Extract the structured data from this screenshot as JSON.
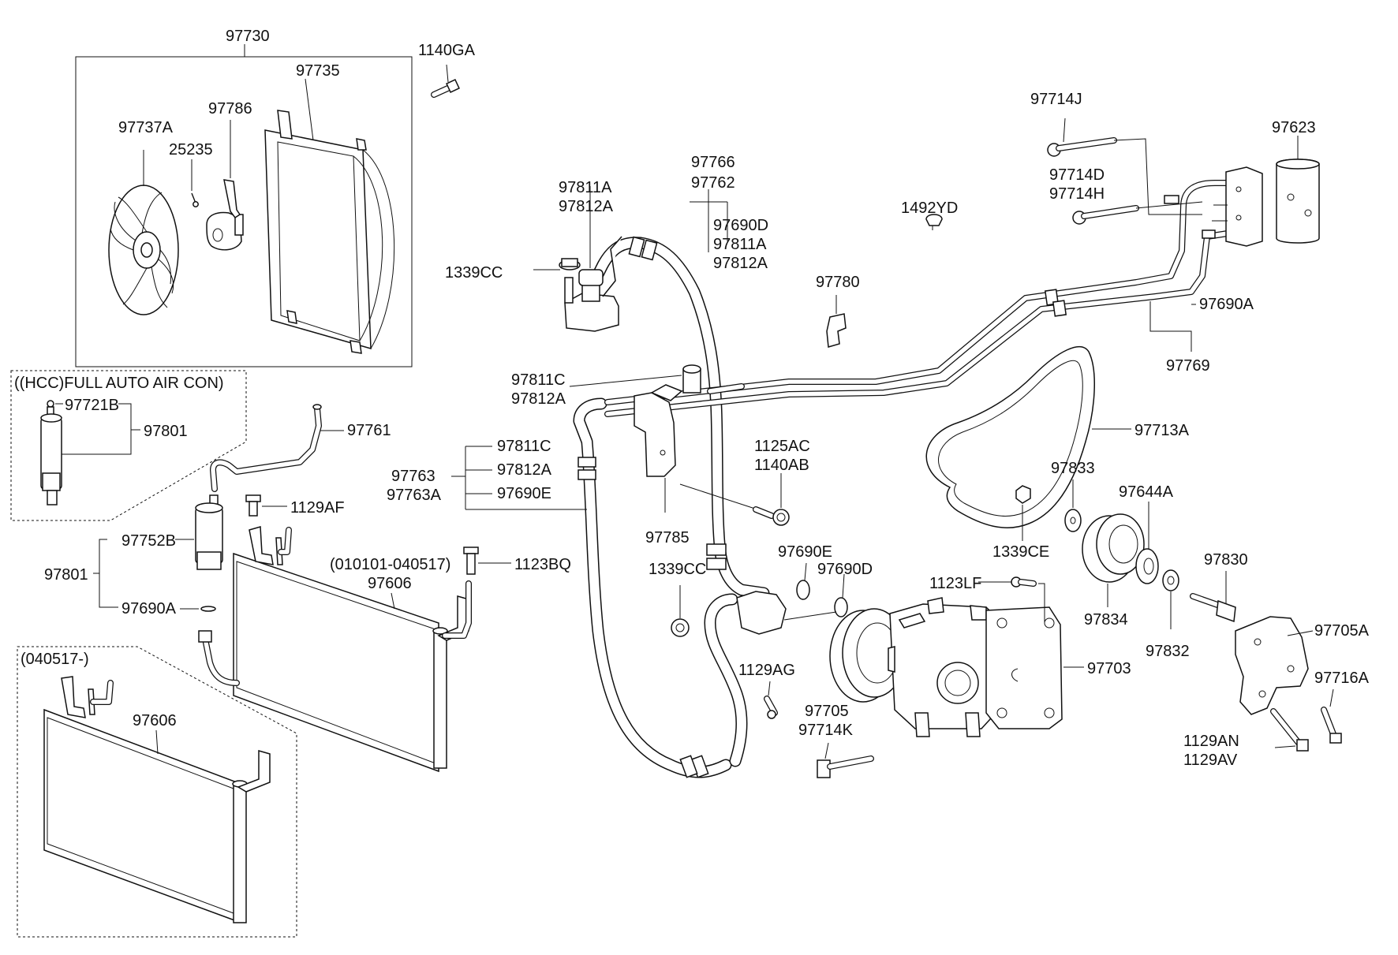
{
  "labels": {
    "l97730": "97730",
    "l1140GA": "1140GA",
    "l97735": "97735",
    "l97786": "97786",
    "l97737A": "97737A",
    "l25235": "25235",
    "l97714J": "97714J",
    "l97623": "97623",
    "l97766": "97766",
    "l97762": "97762",
    "l97811A_top": "97811A",
    "l97812A_top": "97812A",
    "l97714D": "97714D",
    "l97714H": "97714H",
    "l1492YD": "1492YD",
    "l97690D_grp": "97690D",
    "l97811A_grp": "97811A",
    "l97812A_grp": "97812A",
    "l1339CC_top": "1339CC",
    "l97780": "97780",
    "l97690A_right": "97690A",
    "l97769": "97769",
    "l97811C_mid": "97811C",
    "l97812A_mid": "97812A",
    "l97713A": "97713A",
    "l97761": "97761",
    "l97811C_grp": "97811C",
    "l97812A_grp2": "97812A",
    "l97763": "97763",
    "l97763A": "97763A",
    "l97690E_grp": "97690E",
    "l1125AC": "1125AC",
    "l1140AB": "1140AB",
    "l97833": "97833",
    "l97644A": "97644A",
    "l1129AF": "1129AF",
    "l97785": "97785",
    "l1339CE": "1339CE",
    "l97752B": "97752B",
    "l97690E": "97690E",
    "l97690D": "97690D",
    "l97801": "97801",
    "l1123BQ": "1123BQ",
    "l1339CC_bot": "1339CC",
    "l1123LF": "1123LF",
    "l97830": "97830",
    "l97606_top": "97606",
    "l97834": "97834",
    "l97690A_left": "97690A",
    "l97705A": "97705A",
    "l97832": "97832",
    "l97703": "97703",
    "l1129AG": "1129AG",
    "l97716A": "97716A",
    "l97705": "97705",
    "l97714K": "97714K",
    "l97606_bot": "97606",
    "l1129AN": "1129AN",
    "l1129AV": "1129AV",
    "l97721B": "97721B",
    "l97801_inset": "97801",
    "notes": {
      "hcc_full_auto": "((HCC)FULL AUTO AIR CON)",
      "date_range_1": "(010101-040517)",
      "date_range_2": "(040517-)"
    }
  }
}
